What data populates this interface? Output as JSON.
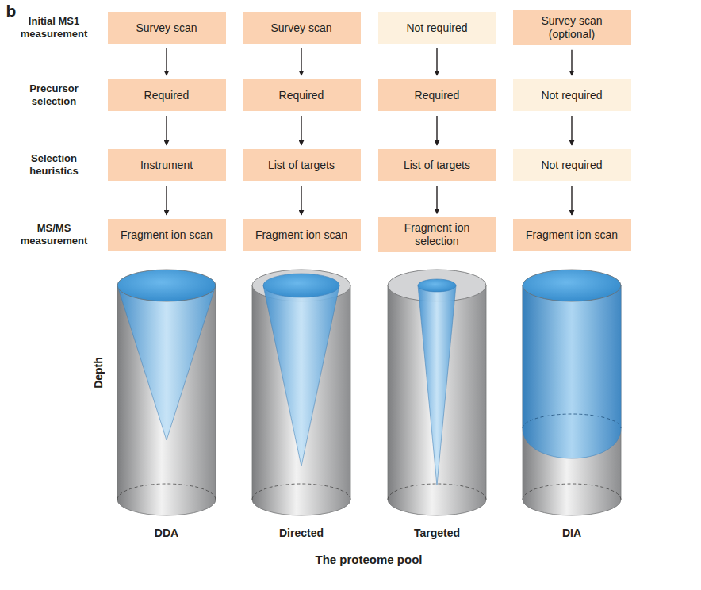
{
  "diagram": {
    "nodes": [
      {
        "text": [
          "Survey scan"
        ]
      },
      {
        "text": [
          "Survey scan"
        ]
      },
      {
        "text": [
          "Not required"
        ]
      },
      {
        "text": [
          "Survey scan (optional)"
        ]
      },
      {
        "text": [
          "Required"
        ]
      },
      {
        "text": [
          "Required"
        ]
      },
      {
        "text": [
          "Required"
        ]
      },
      {
        "text": [
          "Not required"
        ]
      },
      {
        "text": [
          "Instrument"
        ]
      },
      {
        "text": [
          "List of targets"
        ]
      },
      {
        "text": [
          "List of targets"
        ]
      },
      {
        "text": [
          "Not required"
        ]
      },
      {
        "text": [
          "Fragment ion scan"
        ]
      },
      {
        "text": [
          "Fragment ion scan"
        ]
      },
      {
        "text": [
          "Fragment ion selection"
        ]
      },
      {
        "text": [
          "Fragment ion scan"
        ]
      }
    ],
    "edges": [
      {
        "from": 0,
        "to": 4,
        "arrow": "to"
      },
      {
        "from": 1,
        "to": 5,
        "arrow": "to"
      },
      {
        "from": 2,
        "to": 6,
        "arrow": "to"
      },
      {
        "from": 3,
        "to": 7,
        "arrow": "to"
      },
      {
        "from": 4,
        "to": 8,
        "arrow": "to"
      },
      {
        "from": 5,
        "to": 9,
        "arrow": "to"
      },
      {
        "from": 6,
        "to": 10,
        "arrow": "to"
      },
      {
        "from": 7,
        "to": 11,
        "arrow": "to"
      },
      {
        "from": 8,
        "to": 12,
        "arrow": "to"
      },
      {
        "from": 9,
        "to": 13,
        "arrow": "to"
      },
      {
        "from": 10,
        "to": 14,
        "arrow": "to"
      },
      {
        "from": 11,
        "to": 15,
        "arrow": "to"
      }
    ],
    "labels": [
      "b",
      "Initial MS1 measurement",
      "Precursor selection",
      "Selection heuristics",
      "MS/MS measurement",
      "Depth",
      "DDA",
      "Directed",
      "Targeted",
      "DIA",
      "The proteome pool"
    ]
  }
}
